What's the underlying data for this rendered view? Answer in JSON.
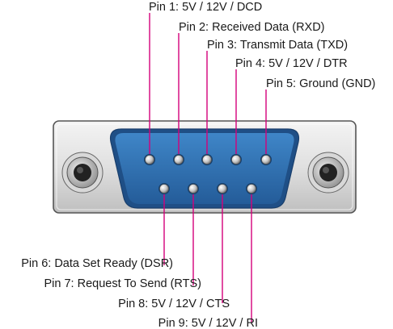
{
  "diagram": {
    "connector": "DB9",
    "colors": {
      "leader_line": "#d4007a",
      "shell_fill": "#e2e2e2",
      "shell_stroke": "#555555",
      "insulator_fill": "#2f6fb0",
      "insulator_edge": "#1f4f86",
      "pin_fill": "#c8c8c8",
      "screw_fill": "#bdbdbd"
    },
    "pins": [
      {
        "number": 1,
        "label": "Pin 1: 5V / 12V / DCD"
      },
      {
        "number": 2,
        "label": "Pin 2: Received Data (RXD)"
      },
      {
        "number": 3,
        "label": "Pin 3: Transmit Data (TXD)"
      },
      {
        "number": 4,
        "label": "Pin 4: 5V / 12V / DTR"
      },
      {
        "number": 5,
        "label": "Pin 5: Ground (GND)"
      },
      {
        "number": 6,
        "label": "Pin 6: Data Set Ready (DSR)"
      },
      {
        "number": 7,
        "label": "Pin 7: Request To Send (RTS)"
      },
      {
        "number": 8,
        "label": "Pin 8: 5V / 12V / CTS"
      },
      {
        "number": 9,
        "label": "Pin 9: 5V / 12V / RI"
      }
    ]
  }
}
